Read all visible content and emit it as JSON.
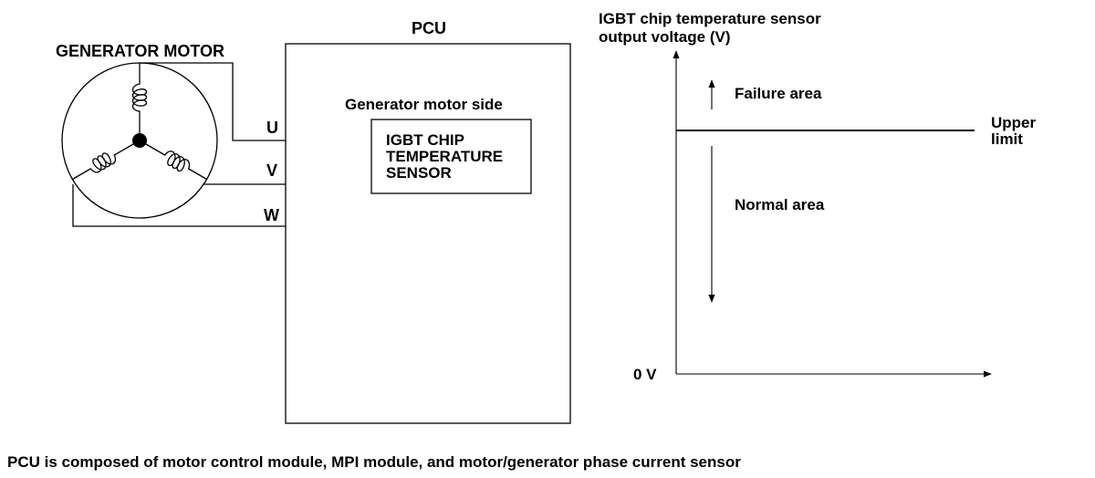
{
  "motor": {
    "title": "GENERATOR MOTOR",
    "phases": [
      "U",
      "V",
      "W"
    ]
  },
  "pcu": {
    "title": "PCU",
    "side_label": "Generator motor side",
    "sensor_lines": [
      "IGBT CHIP",
      "TEMPERATURE",
      "SENSOR"
    ]
  },
  "graph": {
    "y_title_lines": [
      "IGBT chip temperature sensor",
      "output voltage (V)"
    ],
    "origin_label": "0 V",
    "limit_label_lines": [
      "Upper",
      "limit"
    ],
    "upper_area_label": "Failure area",
    "lower_area_label": "Normal area"
  },
  "caption": "PCU is composed of motor control module, MPI module, and motor/generator phase current sensor"
}
